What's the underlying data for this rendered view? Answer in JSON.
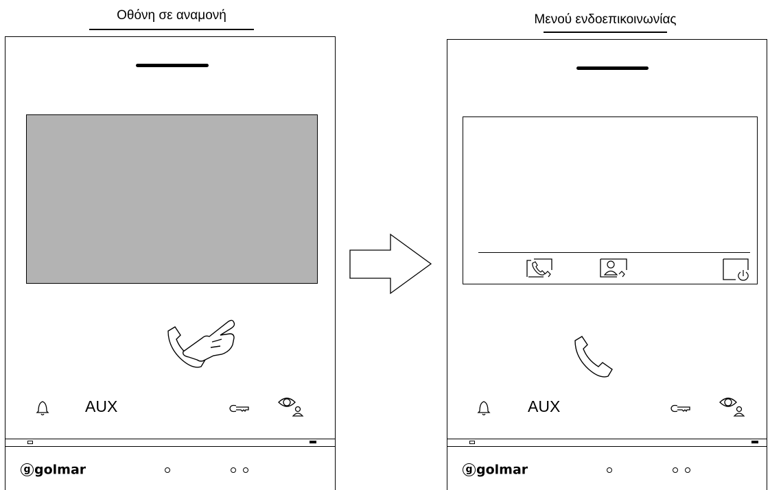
{
  "captions": {
    "left": "Οθόνη σε αναμονή",
    "right": "Μενού ενδοεπικοινωνίας"
  },
  "panels": [
    {
      "aux_label": "AUX",
      "brand": "golmar",
      "screen_state": "standby",
      "screen_color": "#b3b3b3"
    },
    {
      "aux_label": "AUX",
      "brand": "golmar",
      "screen_state": "intercom-menu",
      "screen_color": "#ffffff",
      "menu_icons": [
        "intercom-call-icon",
        "guard-call-icon",
        "power-icon"
      ]
    }
  ],
  "icons": {
    "bell": "bell-icon",
    "key": "key-icon",
    "eye": "monitor-eye-icon",
    "handset": "handset-icon",
    "hand": "pressing-hand-icon",
    "arrow": "transition-arrow"
  }
}
